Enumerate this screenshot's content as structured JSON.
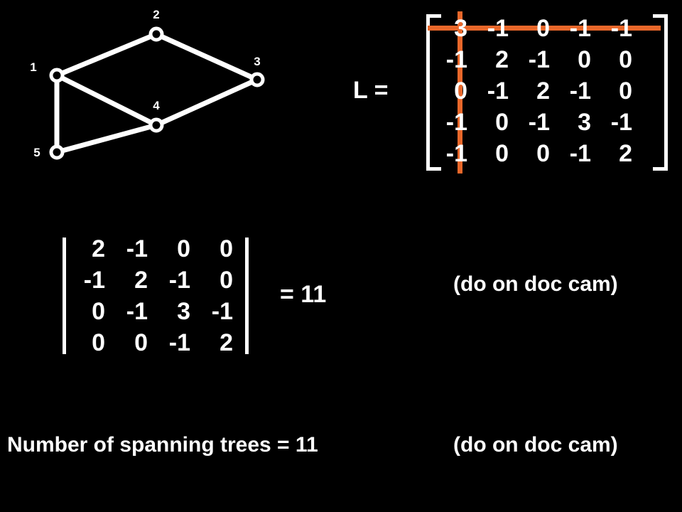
{
  "graph": {
    "nodes": [
      {
        "id": "1",
        "label": "1"
      },
      {
        "id": "2",
        "label": "2"
      },
      {
        "id": "3",
        "label": "3"
      },
      {
        "id": "4",
        "label": "4"
      },
      {
        "id": "5",
        "label": "5"
      }
    ],
    "edges": [
      [
        "1",
        "2"
      ],
      [
        "2",
        "3"
      ],
      [
        "1",
        "4"
      ],
      [
        "4",
        "3"
      ],
      [
        "1",
        "5"
      ],
      [
        "5",
        "4"
      ]
    ]
  },
  "laplacian": {
    "label": "L =",
    "rows": [
      [
        "3",
        "-1",
        "0",
        "-1",
        "-1"
      ],
      [
        "-1",
        "2",
        "-1",
        "0",
        "0"
      ],
      [
        "0",
        "-1",
        "2",
        "-1",
        "0"
      ],
      [
        "-1",
        "0",
        "-1",
        "3",
        "-1"
      ],
      [
        "-1",
        "0",
        "0",
        "-1",
        "2"
      ]
    ],
    "highlight_color": "#e8672a"
  },
  "minor": {
    "rows": [
      [
        "2",
        "-1",
        "0",
        "0"
      ],
      [
        "-1",
        "2",
        "-1",
        "0"
      ],
      [
        "0",
        "-1",
        "3",
        "-1"
      ],
      [
        "0",
        "0",
        "-1",
        "2"
      ]
    ],
    "result": "= 11"
  },
  "notes": {
    "doc_cam_1": "(do on doc cam)",
    "doc_cam_2": "(do on doc cam)"
  },
  "conclusion": "Number of spanning trees = 11"
}
